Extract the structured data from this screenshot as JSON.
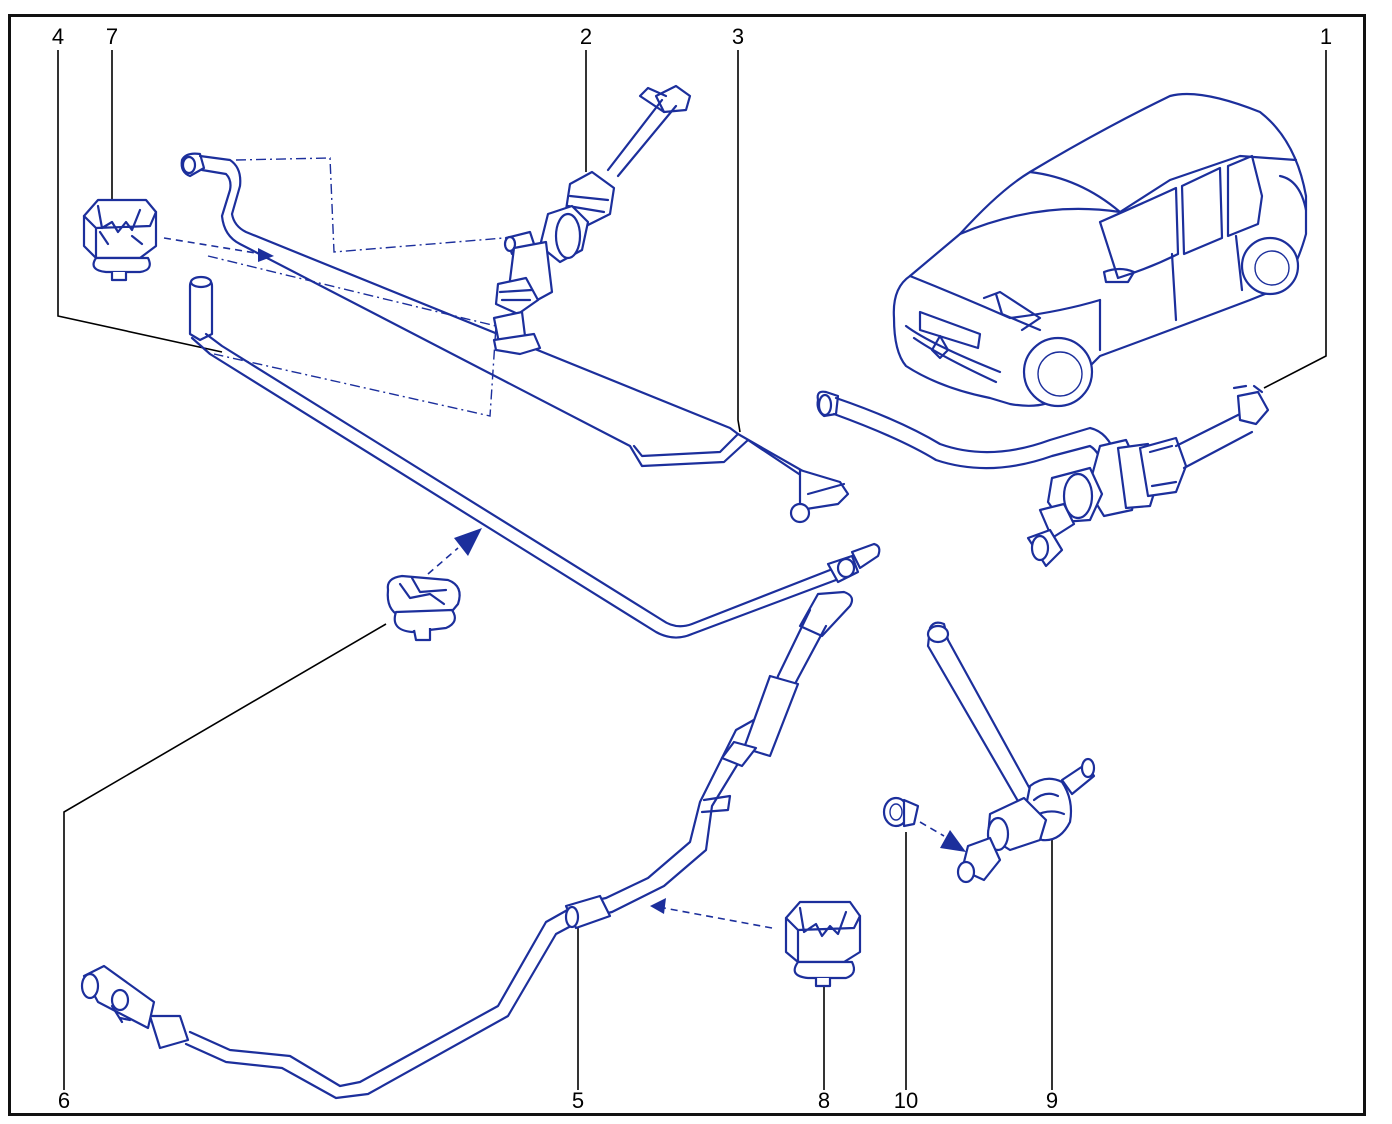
{
  "diagram": {
    "colors": {
      "line": "#1c2f9c",
      "leader": "#000000",
      "frame": "#111111",
      "background": "#ffffff"
    },
    "callouts": {
      "c1": "1",
      "c2": "2",
      "c3": "3",
      "c4": "4",
      "c5": "5",
      "c6": "6",
      "c7": "7",
      "c8": "8",
      "c9": "9",
      "c10": "10"
    }
  }
}
